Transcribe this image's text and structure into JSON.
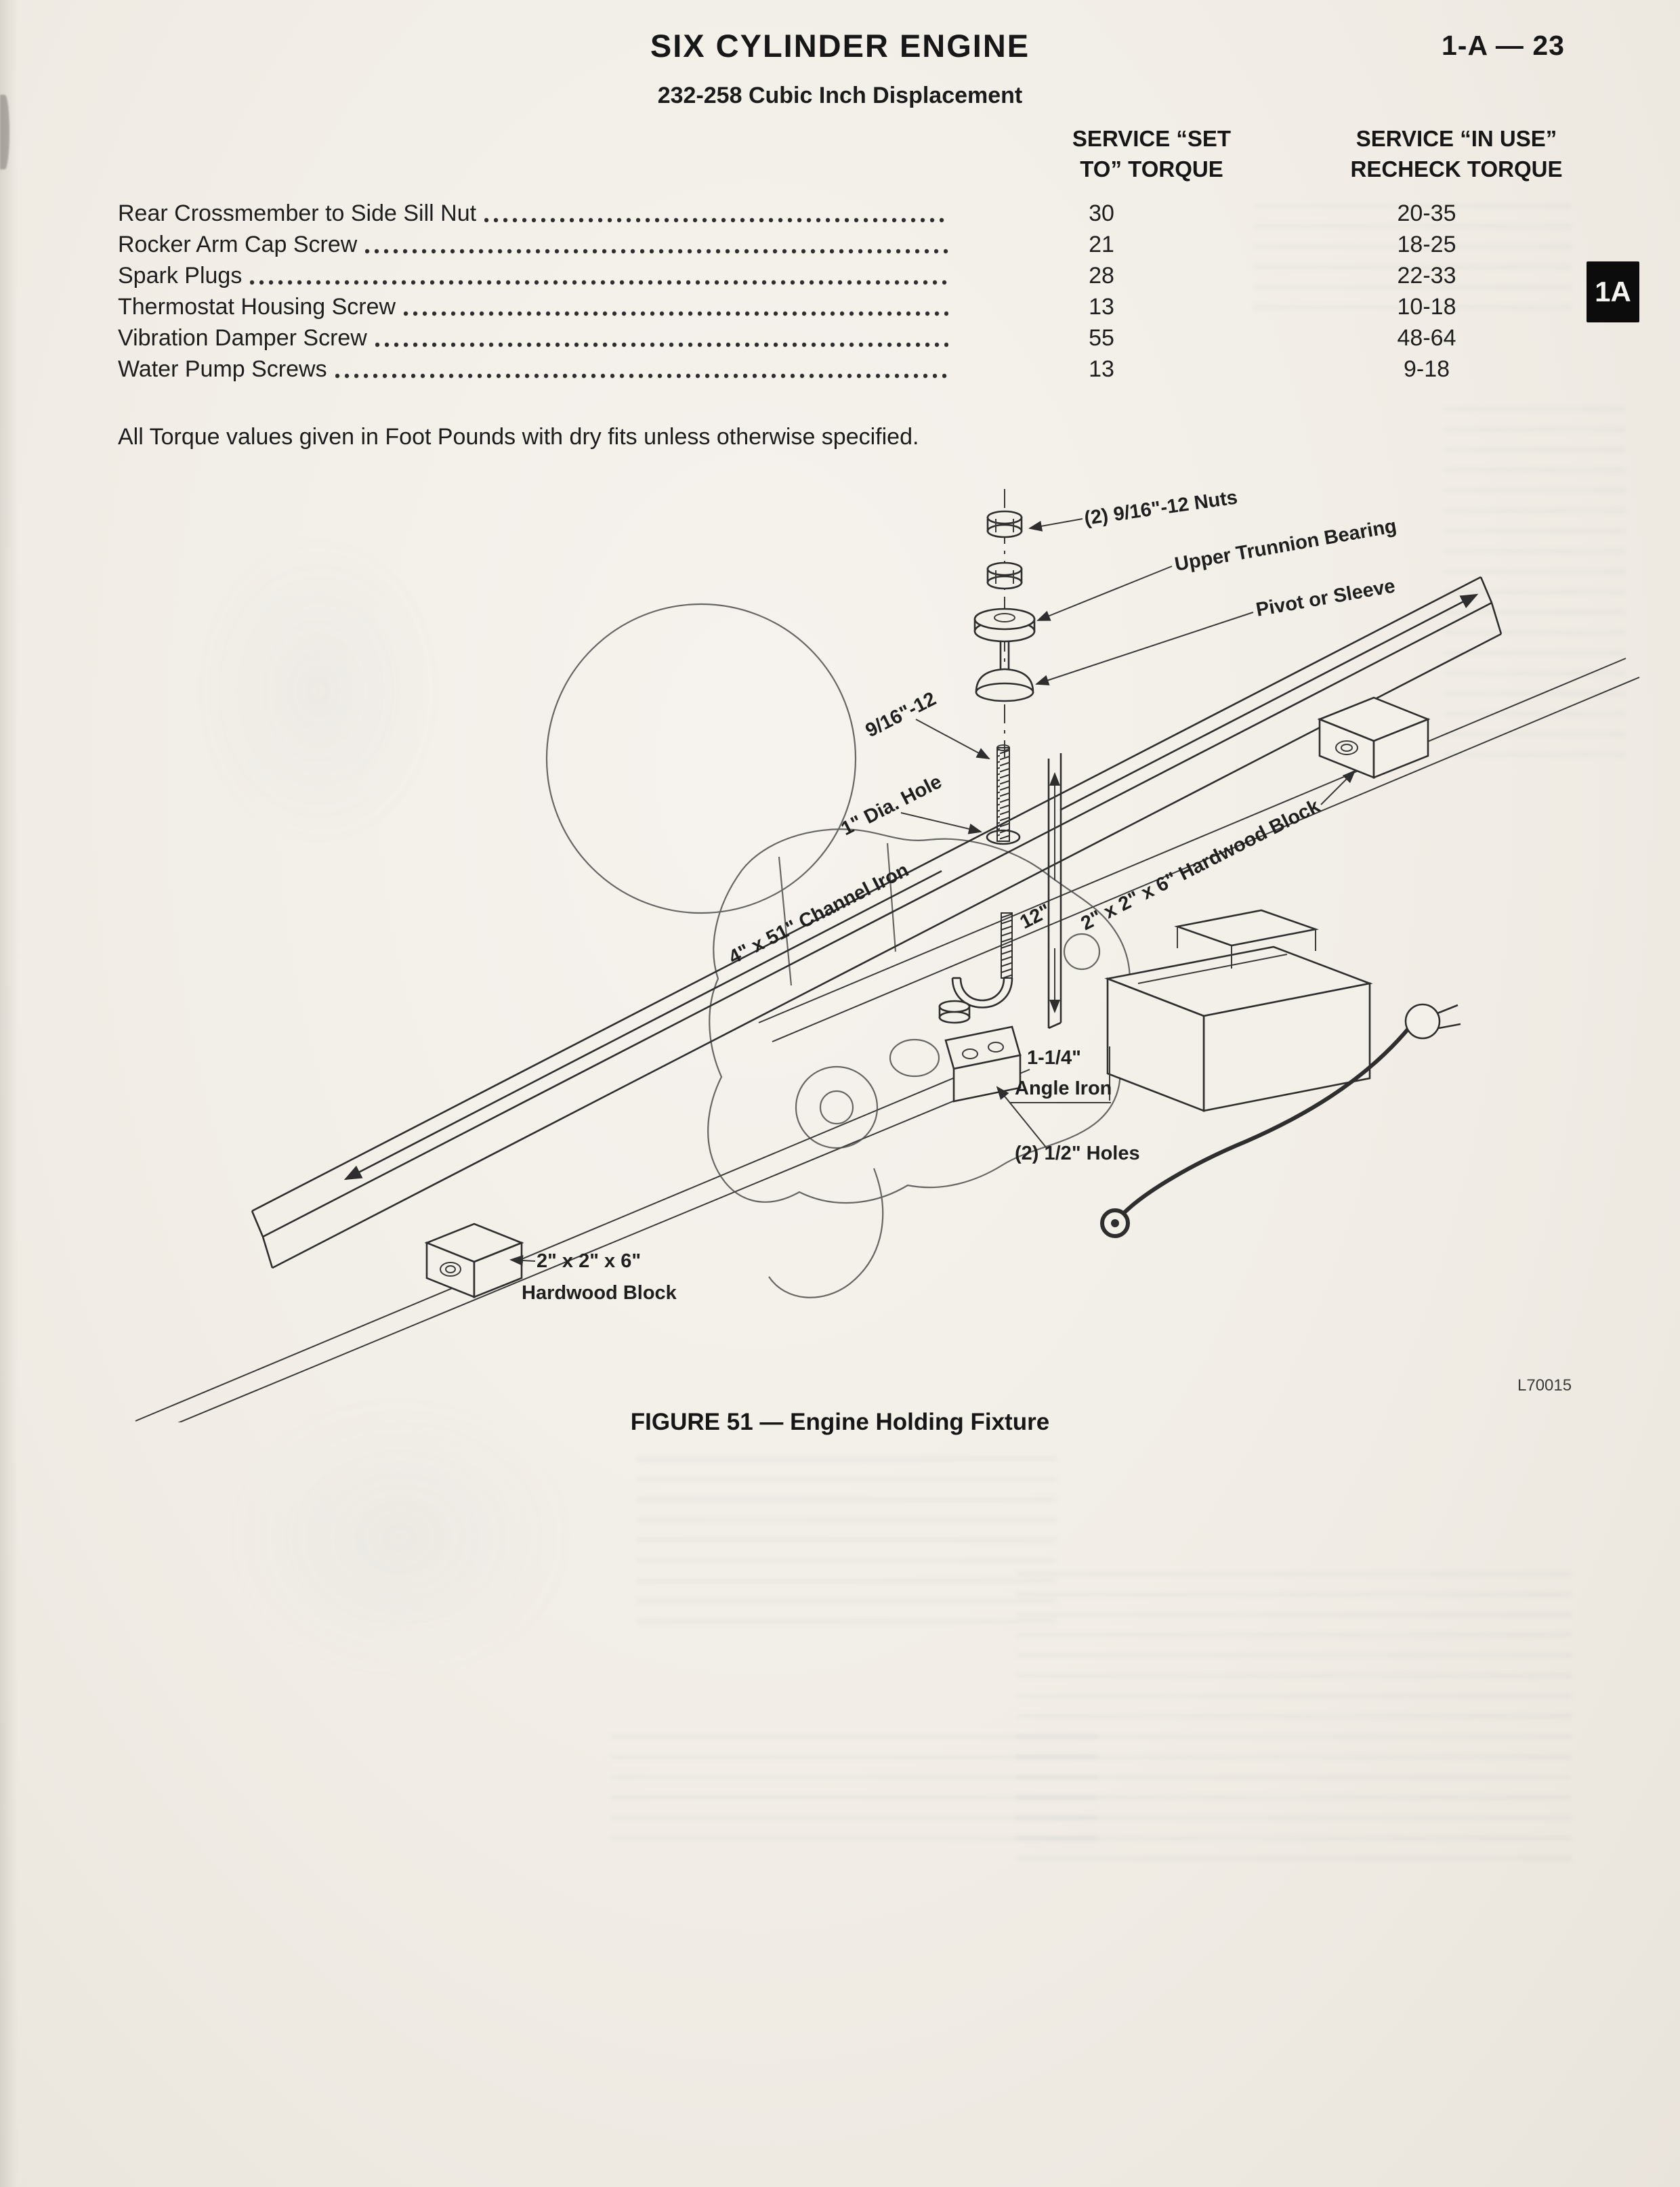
{
  "page": {
    "title": "SIX CYLINDER ENGINE",
    "page_number": "1-A — 23",
    "subtitle": "232-258 Cubic Inch Displacement",
    "tab_label": "1A"
  },
  "torque_table": {
    "headers": {
      "set_line1": "SERVICE “SET",
      "set_line2": "TO” TORQUE",
      "use_line1": "SERVICE “IN USE”",
      "use_line2": "RECHECK TORQUE"
    },
    "rows": [
      {
        "item": "Rear Crossmember to Side Sill Nut",
        "set_to": "30",
        "in_use": "20-35"
      },
      {
        "item": "Rocker Arm Cap Screw",
        "set_to": "21",
        "in_use": "18-25"
      },
      {
        "item": "Spark Plugs",
        "set_to": "28",
        "in_use": "22-33"
      },
      {
        "item": "Thermostat Housing Screw",
        "set_to": "13",
        "in_use": "10-18"
      },
      {
        "item": "Vibration Damper Screw",
        "set_to": "55",
        "in_use": "48-64"
      },
      {
        "item": "Water Pump Screws",
        "set_to": "13",
        "in_use": "9-18"
      }
    ],
    "note": "All Torque values given in Foot Pounds with dry fits unless otherwise specified."
  },
  "figure": {
    "caption": "FIGURE 51 — Engine Holding Fixture",
    "code": "L70015",
    "labels": {
      "nuts": "(2) 9/16\"-12 Nuts",
      "trunnion": "Upper Trunnion Bearing",
      "pivot": "Pivot or Sleeve",
      "thread": "9/16\"-12",
      "dia_hole": "1\" Dia. Hole",
      "channel": "4\" x 51\" Channel Iron",
      "twelve": "12\"",
      "block_right": "2\" x 2\" x 6\" Hardwood Block",
      "angle_size": "1-1/4\"",
      "angle_iron": "Angle Iron",
      "holes": "(2) 1/2\" Holes",
      "block_left_1": "2\" x 2\" x 6\"",
      "block_left_2": "Hardwood Block"
    }
  }
}
